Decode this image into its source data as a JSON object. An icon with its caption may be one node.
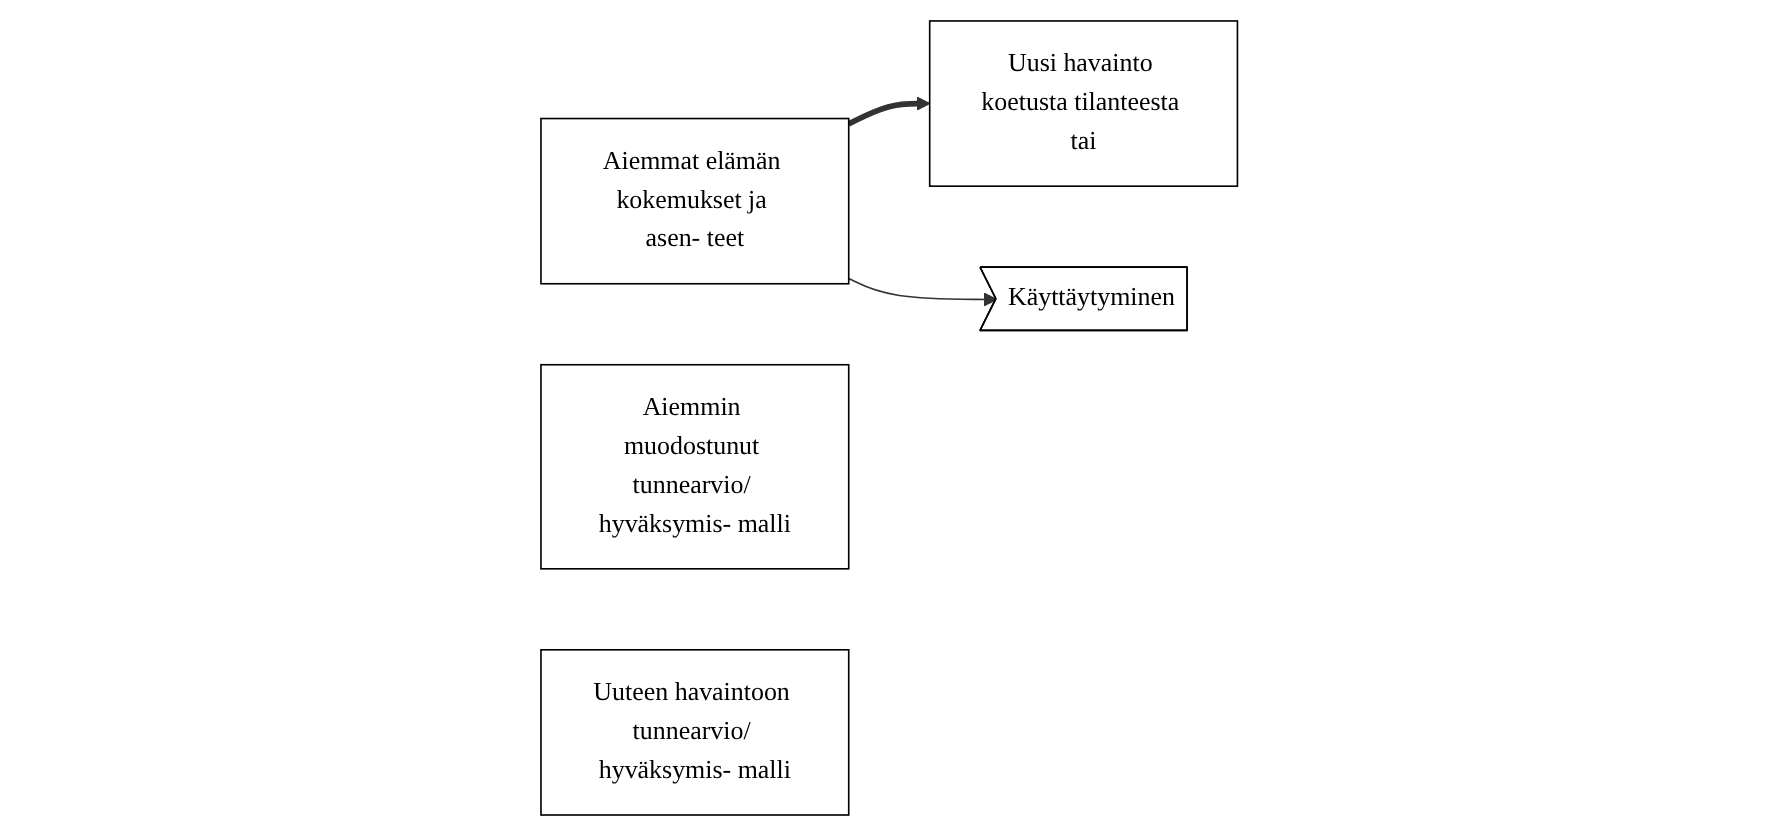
{
  "diagram": {
    "nodes": [
      {
        "text": [
          "Aiemmat elämän kokemukset ja asen- teet"
        ]
      },
      {
        "text": [
          "Aiemmin muodostunut tunnearvio/ hyväksymis- malli"
        ]
      },
      {
        "text": [
          "Uusi havainto koetusta tilanteesta tai"
        ]
      },
      {
        "text": [
          "Uuteen havaintoon tunnearvio/ hyväksymis- malli"
        ]
      },
      {
        "text": [
          "Käyttäytyminen"
        ]
      }
    ],
    "edges": [
      {
        "from": 0,
        "to": 2,
        "arrow": "to",
        "style": "thick"
      },
      {
        "from": 0,
        "to": 4,
        "arrow": "to"
      }
    ]
  }
}
